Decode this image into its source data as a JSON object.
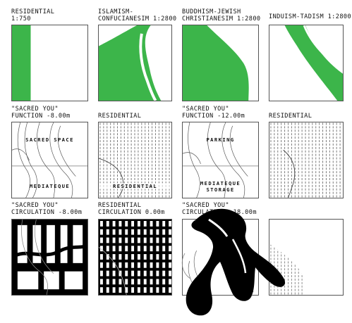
{
  "row1": [
    {
      "label": "RESIDENTIAL\n1:750"
    },
    {
      "label": "ISLAMISM-\nCONFUCIANESIM 1:2800"
    },
    {
      "label": "BUDDHISM-JEWISH\nCHRISTIANESIM 1:2800"
    },
    {
      "label": "INDUISM-TADISM 1:2800"
    }
  ],
  "row2": [
    {
      "label": "\"SACRED YOU\"\nFUNCTION -8.00m",
      "text_top": "SACRED SPACE",
      "text_bottom": "MEDIATEQUE"
    },
    {
      "label": "\nRESIDENTIAL",
      "text_bottom": "RESIDENTIAL"
    },
    {
      "label": "\"SACRED YOU\"\nFUNCTION -12.00m",
      "text_top": "PARKING",
      "text_bottom": "MEDIATEQUE\nSTORAGE"
    },
    {
      "label": "\nRESIDENTIAL"
    }
  ],
  "row3": [
    {
      "label": "\"SACRED YOU\"\nCIRCULATION -8.00m"
    },
    {
      "label": "RESIDENTIAL\nCIRCULATION 0.00m"
    },
    {
      "label": "\"SACRED YOU\"\nCIRCULATION -18.00m"
    },
    {
      "label": "\n"
    }
  ],
  "colors": {
    "green": "#3cb54a",
    "black": "#000000",
    "line": "#555555"
  }
}
